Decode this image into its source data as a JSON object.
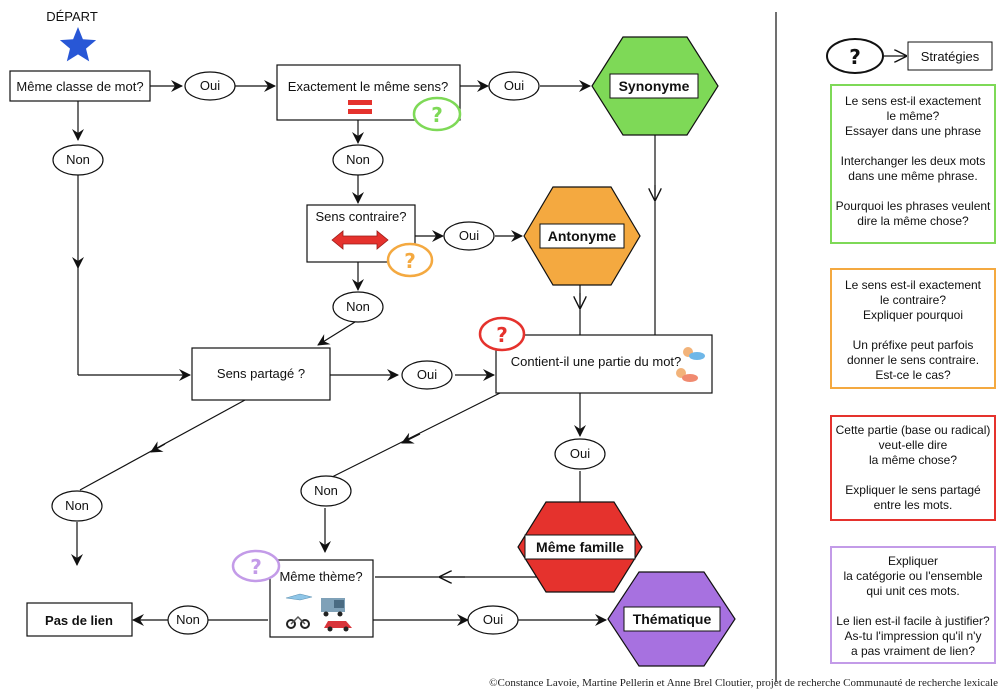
{
  "start_label": "DÉPART",
  "nodes": {
    "same_class": "Même classe de mot?",
    "same_meaning": "Exactement le même sens?",
    "opposite": "Sens contraire?",
    "shared": "Sens partagé ?",
    "contains_part": "Contient-il une partie du mot?",
    "same_theme": "Même thème?",
    "no_link": "Pas de lien"
  },
  "results": {
    "synonym": "Synonyme",
    "antonym": "Antonyme",
    "family": "Même famille",
    "thematic": "Thématique"
  },
  "answers": {
    "yes": "Oui",
    "no": "Non"
  },
  "symbols": {
    "equals": "=",
    "question": "?"
  },
  "legend": {
    "strategies_label": "Stratégies"
  },
  "strategies": {
    "green": [
      "Le sens est-il exactement\nle même?\nEssayer dans une phrase",
      "Interchanger les deux mots\ndans une même phrase.",
      "Pourquoi les phrases veulent\ndire la même chose?"
    ],
    "orange": [
      "Le sens est-il exactement\nle contraire?\nExpliquer pourquoi",
      "Un préfixe peut parfois\ndonner le sens contraire.\nEst-ce le cas?"
    ],
    "red": [
      "Cette partie (base ou radical)\nveut-elle dire\nla même chose?",
      "Expliquer le sens partagé\nentre les mots."
    ],
    "purple": [
      "Expliquer\nla catégorie ou l'ensemble\nqui unit ces mots.",
      "Le lien est-il facile à justifier?\nAs-tu l'impression qu'il n'y\na pas vraiment de lien?"
    ]
  },
  "colors": {
    "green": "#7ed957",
    "orange": "#f4a940",
    "red": "#e5322d",
    "purple": "#c39be8",
    "star": "#2857d6"
  },
  "icons": {
    "start": "star-icon",
    "equals": "equals-icon",
    "opposite": "double-arrow-icon",
    "contains": "babies-icon",
    "theme": "vehicles-icon"
  },
  "copyright": "©Constance Lavoie, Martine Pellerin et Anne Brel Cloutier, projet de recherche Communauté de recherche lexicale"
}
